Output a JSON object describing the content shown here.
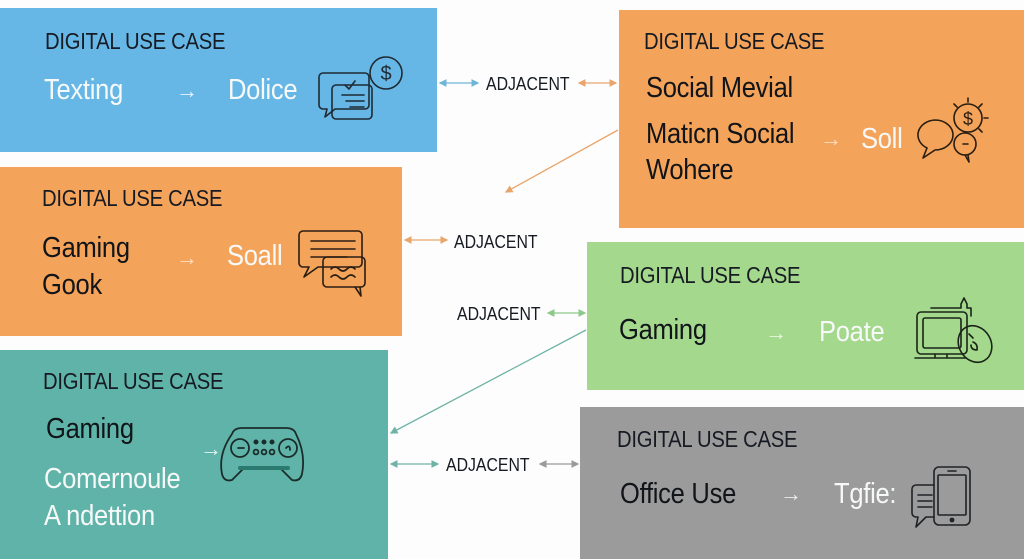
{
  "colors": {
    "blue": "#67b7e6",
    "orange": "#f4a35a",
    "green": "#a4d88c",
    "teal": "#5fb3a8",
    "gray": "#9b9b9b",
    "icon_stroke": "#1f2a33"
  },
  "cards": [
    {
      "id": "texting",
      "heading": "DIGITAL USE CASE",
      "lines_dark": [],
      "lines_left": [
        "Texting"
      ],
      "arrow": "→",
      "target": "Dolice",
      "icon": "chat-dollar-icon"
    },
    {
      "id": "social",
      "heading": "DIGITAL USE CASE",
      "lines_left": [
        "Social Mevial",
        "Maticn Social",
        "Wohere"
      ],
      "arrow": "→",
      "target": "Soll",
      "icon": "chat-coin-icon"
    },
    {
      "id": "gaming-gook",
      "heading": "DIGITAL USE CASE",
      "lines_left": [
        "Gaming",
        "Gook"
      ],
      "arrow": "→",
      "target": "Soall",
      "icon": "chat-bubbles-icon"
    },
    {
      "id": "gaming-poate",
      "heading": "DIGITAL USE CASE",
      "lines_left": [
        "Gaming"
      ],
      "arrow": "→",
      "target": "Poate",
      "icon": "monitor-controller-icon"
    },
    {
      "id": "gaming-console",
      "heading": "DIGITAL USE CASE",
      "lines_left": [
        "Gaming"
      ],
      "lines_light": [
        "Comernoule",
        "A ndettion"
      ],
      "arrow": "→",
      "target": "",
      "icon": "gamepad-icon"
    },
    {
      "id": "office",
      "heading": "DIGITAL USE CASE",
      "lines_left": [
        "Office Use"
      ],
      "arrow": "→",
      "target": "Tgfie:",
      "icon": "phone-chat-icon"
    }
  ],
  "connectors": [
    {
      "label": "ADJACENT",
      "from": "texting",
      "to": "social"
    },
    {
      "label": "ADJACENT",
      "from": "gaming-gook",
      "to": "social"
    },
    {
      "label": "ADJACENT",
      "from": "gaming-gook",
      "to": "gaming-poate"
    },
    {
      "label": "ADJACENT",
      "from": "gaming-console",
      "to": "office"
    }
  ]
}
